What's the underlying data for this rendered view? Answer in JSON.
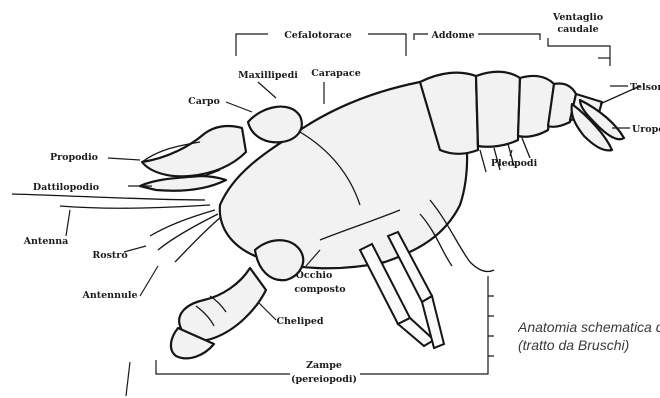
{
  "labels": {
    "cefalotorace": "Cefalotorace",
    "addome": "Addome",
    "ventaglio": [
      "Ventaglio",
      "caudale"
    ],
    "telson": "Telson",
    "uropodi": "Uropodi",
    "pleopodi": "Pleopodi",
    "maxillipedi": "Maxillipedi",
    "carapace": "Carapace",
    "carpo": "Carpo",
    "propodio": "Propodio",
    "dattilopodio": "Dattilopodio",
    "antenna": "Antenna",
    "rostro": "Rostro",
    "antennule": "Antennule",
    "occhio_composto": [
      "Occhio",
      "composto"
    ],
    "cheliped": "Cheliped",
    "zampe": [
      "Zampe",
      "(pereiopodi)"
    ]
  },
  "caption": {
    "line1": "Anatomia schematica del gambero",
    "line2": "(tratto da Bruschi)"
  }
}
